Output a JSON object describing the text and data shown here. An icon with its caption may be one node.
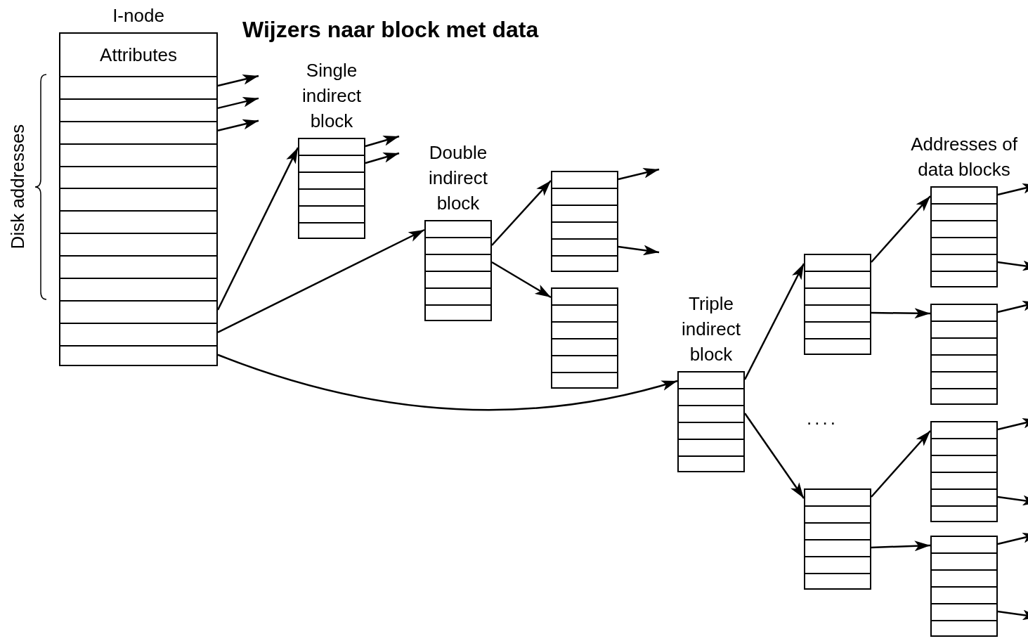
{
  "diagram": {
    "title": "Wijzers naar block met data",
    "nodes": [
      {
        "text": [
          "I-node",
          "Attributes"
        ]
      },
      {
        "text": [
          "Single indirect block"
        ]
      },
      {
        "text": [
          "Double indirect block"
        ]
      },
      {
        "text": [],
        "shape": "box"
      },
      {
        "text": [],
        "shape": "box"
      },
      {
        "text": [
          "Triple indirect block"
        ]
      },
      {
        "text": [],
        "shape": "box"
      },
      {
        "text": [],
        "shape": "box"
      },
      {
        "text": [
          "Addresses of data blocks"
        ]
      },
      {
        "text": [],
        "shape": "box"
      },
      {
        "text": [],
        "shape": "box"
      },
      {
        "text": [],
        "shape": "box"
      }
    ],
    "edges": [
      {
        "from": 0,
        "to": null,
        "arrow": "to"
      },
      {
        "from": 0,
        "to": null,
        "arrow": "to"
      },
      {
        "from": 0,
        "to": null,
        "arrow": "to"
      },
      {
        "from": 0,
        "to": 1,
        "arrow": "to"
      },
      {
        "from": 0,
        "to": 2,
        "arrow": "to"
      },
      {
        "from": 0,
        "to": 5,
        "arrow": "to"
      },
      {
        "from": 1,
        "to": null,
        "arrow": "to"
      },
      {
        "from": 1,
        "to": null,
        "arrow": "to"
      },
      {
        "from": 2,
        "to": 3,
        "arrow": "to"
      },
      {
        "from": 2,
        "to": 4,
        "arrow": "to"
      },
      {
        "from": 3,
        "to": null,
        "arrow": "to"
      },
      {
        "from": 3,
        "to": null,
        "arrow": "to"
      },
      {
        "from": 5,
        "to": 6,
        "arrow": "to"
      },
      {
        "from": 5,
        "to": 7,
        "arrow": "to"
      },
      {
        "from": 6,
        "to": 8,
        "arrow": "to"
      },
      {
        "from": 6,
        "to": 9,
        "arrow": "to"
      },
      {
        "from": 7,
        "to": 10,
        "arrow": "to"
      },
      {
        "from": 7,
        "to": 11,
        "arrow": "to"
      },
      {
        "from": 8,
        "to": null,
        "arrow": "to"
      },
      {
        "from": 8,
        "to": null,
        "arrow": "to"
      },
      {
        "from": 9,
        "to": null,
        "arrow": "to"
      },
      {
        "from": 10,
        "to": null,
        "arrow": "to"
      },
      {
        "from": 10,
        "to": null,
        "arrow": "to"
      },
      {
        "from": 11,
        "to": null,
        "arrow": "to"
      },
      {
        "from": 11,
        "to": null,
        "arrow": "to"
      }
    ],
    "labels": [
      "Disk addresses",
      "...."
    ]
  }
}
